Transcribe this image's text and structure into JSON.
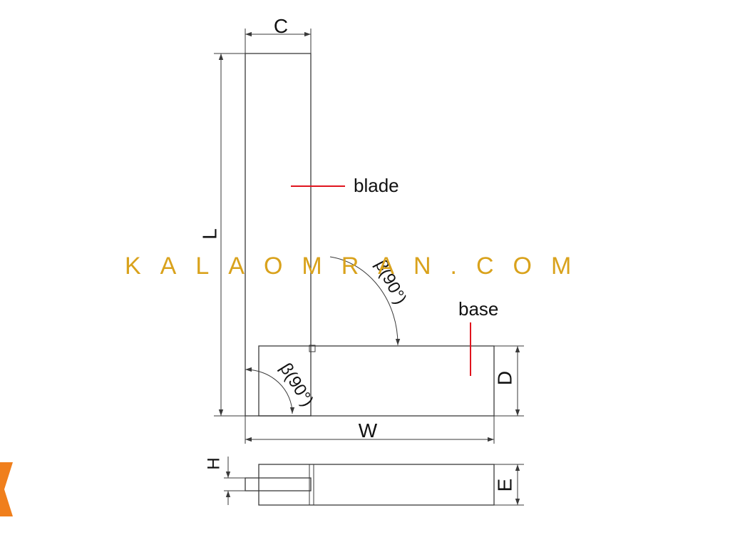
{
  "labels": {
    "dim_c": "C",
    "dim_l": "L",
    "dim_w": "W",
    "dim_d": "D",
    "dim_h": "H",
    "dim_e": "E",
    "blade": "blade",
    "base": "base",
    "angle_outer": "β(90°)",
    "angle_inner": "β(90°)"
  },
  "watermark": {
    "text": "KALAOMRAN.COM",
    "color": "#d9a21c"
  },
  "logo": {
    "icon": "k-logo-icon",
    "color": "#f07f1c"
  },
  "colors": {
    "line": "#3a3a3a",
    "pointer": "#e0141e"
  }
}
